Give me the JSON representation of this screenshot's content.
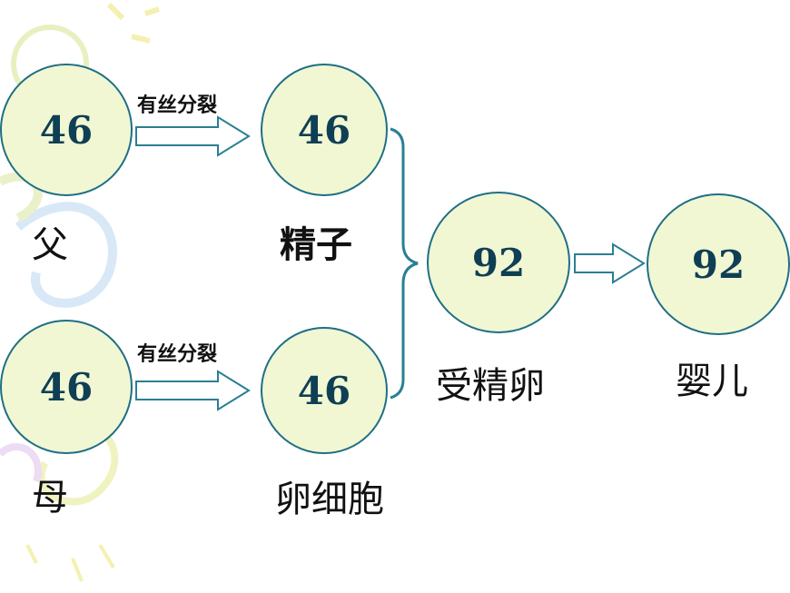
{
  "nodes": {
    "father_cell": {
      "value": "46",
      "label": "父"
    },
    "mother_cell": {
      "value": "46",
      "label": "母"
    },
    "sperm_cell": {
      "value": "46",
      "label": "精子"
    },
    "egg_cell": {
      "value": "46",
      "label": "卵细胞"
    },
    "zygote": {
      "value": "92",
      "label": "受精卵"
    },
    "baby": {
      "value": "92",
      "label": "婴儿"
    }
  },
  "edges": {
    "father_to_sperm": "有丝分裂",
    "mother_to_egg": "有丝分裂"
  },
  "colors": {
    "circle_fill": "#f1f7d3",
    "circle_stroke": "#1f6f86",
    "number_text": "#0f3f54",
    "arrow_stroke": "#2a7f93"
  }
}
